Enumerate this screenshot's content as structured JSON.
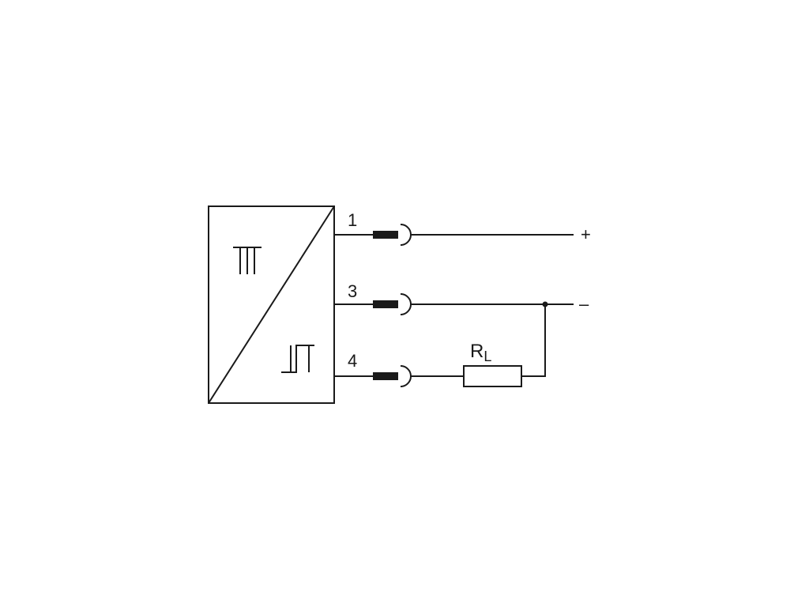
{
  "diagram": {
    "pins": [
      {
        "number": "1",
        "polarity": "+"
      },
      {
        "number": "3",
        "polarity": "–"
      },
      {
        "number": "4",
        "polarity": ""
      }
    ],
    "load_resistor": {
      "symbol": "R",
      "subscript": "L"
    },
    "block_symbols": {
      "input": "pressure-symbol",
      "output": "switching-output-symbol"
    }
  }
}
